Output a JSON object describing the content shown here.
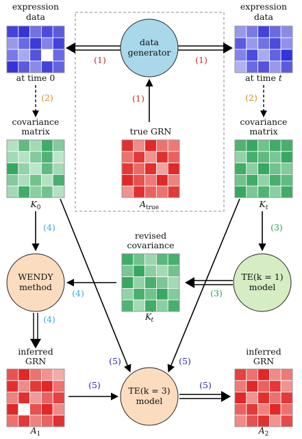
{
  "colors": {
    "blue_dark": "#2c2cd8",
    "blue_light": "#c8c8f5",
    "green_dark": "#2fa45a",
    "green_light": "#d6f0dd",
    "red_dark": "#e0201e",
    "red_light": "#f7c4c2",
    "node_blue": "#a8d8ea",
    "node_orange": "#fbdcbf",
    "node_green": "#d6ecc3",
    "step1": "#c0282d",
    "step2": "#e08a1e",
    "step3": "#2ca05a",
    "step4": "#3aa7d6",
    "step5": "#2a2aa0"
  },
  "labels": {
    "expr_left_title1": "expression",
    "expr_left_title2": "data",
    "expr_left_time": "at time 0",
    "expr_right_title1": "expression",
    "expr_right_title2": "data",
    "expr_right_time_prefix": "at time ",
    "expr_right_time_var": "t",
    "cov_left_title1": "covariance",
    "cov_left_title2": "matrix",
    "cov_left_sym": "K",
    "cov_left_sub": "0",
    "cov_right_title1": "covariance",
    "cov_right_title2": "matrix",
    "cov_right_sym": "K",
    "cov_right_sub": "t",
    "true_grn": "true GRN",
    "a_true_sym": "A",
    "a_true_sub": "true",
    "revised_title1": "revised",
    "revised_title2": "covariance",
    "revised_sym": "K",
    "revised_prime": "′",
    "revised_sub": "t",
    "inferred_left_title1": "inferred",
    "inferred_left_title2": "GRN",
    "a1_sym": "A",
    "a1_sub": "1",
    "inferred_right_title1": "inferred",
    "inferred_right_title2": "GRN",
    "a2_sym": "A",
    "a2_sub": "2"
  },
  "nodes": {
    "data_generator_l1": "data",
    "data_generator_l2": "generator",
    "wendy_l1": "WENDY",
    "wendy_l2": "method",
    "te1_l1": "TE(k = 1)",
    "te1_l2": "model",
    "te3_l1": "TE(k = 3)",
    "te3_l2": "model"
  },
  "steps": {
    "s1_left": "(1)",
    "s1_right": "(1)",
    "s1_up": "(1)",
    "s2_left": "(2)",
    "s2_right": "(2)",
    "s3_right": "(3)",
    "s3_model": "(3)",
    "s4_k0": "(4)",
    "s4_revised": "(4)",
    "s4_down": "(4)",
    "s5_left": "(5)",
    "s5_right": "(5)",
    "s5_a1": "(5)",
    "s5_a2": "(5)"
  },
  "matrices": {
    "expr_left": [
      [
        0.85,
        0.95,
        0.55,
        0.8,
        0.7
      ],
      [
        0.3,
        0.6,
        0.9,
        0.45,
        0.85
      ],
      [
        0.5,
        0.2,
        0.75,
        0.0,
        0.6
      ],
      [
        0.95,
        0.7,
        0.4,
        0.85,
        0.65
      ]
    ],
    "expr_right": [
      [
        0.3,
        0.5,
        0.85,
        0.6,
        0.4
      ],
      [
        0.7,
        0.3,
        0.55,
        0.8,
        0.35
      ],
      [
        0.45,
        0.8,
        0.2,
        0.65,
        0.95
      ],
      [
        0.15,
        0.6,
        0.75,
        0.3,
        0.7
      ]
    ],
    "cov_left": [
      [
        0.2,
        0.7,
        0.3,
        0.9,
        0.5
      ],
      [
        0.3,
        0.2,
        0.5,
        0.8,
        0.15
      ],
      [
        0.95,
        0.4,
        0.15,
        0.7,
        0.3
      ],
      [
        0.5,
        0.25,
        0.6,
        0.2,
        0.85
      ],
      [
        0.3,
        0.9,
        0.45,
        0.6,
        0.2
      ]
    ],
    "cov_right": [
      [
        0.8,
        0.95,
        0.6,
        0.9,
        0.85
      ],
      [
        0.4,
        0.85,
        0.7,
        0.55,
        0.95
      ],
      [
        0.9,
        0.45,
        0.95,
        0.6,
        0.5
      ],
      [
        0.6,
        0.9,
        0.4,
        0.85,
        0.7
      ],
      [
        0.95,
        0.55,
        0.8,
        0.45,
        0.9
      ]
    ],
    "a_true": [
      [
        0.9,
        0.35,
        0.95,
        0.5,
        0.45
      ],
      [
        0.5,
        0.85,
        0.3,
        0.9,
        0.6
      ],
      [
        0.85,
        0.55,
        0.9,
        0.2,
        0.95
      ],
      [
        0.95,
        0.7,
        0.45,
        0.95,
        0.4
      ],
      [
        0.3,
        0.9,
        0.6,
        0.5,
        0.85
      ]
    ],
    "revised": [
      [
        0.9,
        0.6,
        0.35,
        0.75,
        0.85
      ],
      [
        0.55,
        0.95,
        0.45,
        0.3,
        0.6
      ],
      [
        0.95,
        0.4,
        0.85,
        0.55,
        0.3
      ],
      [
        0.4,
        0.85,
        0.6,
        0.95,
        0.5
      ],
      [
        0.8,
        0.3,
        0.9,
        0.45,
        0.85
      ]
    ],
    "a1": [
      [
        0.7,
        0.95,
        0.5,
        0.3,
        0.15
      ],
      [
        0.9,
        0.35,
        0.85,
        0.95,
        0.5
      ],
      [
        0.4,
        0.9,
        0.25,
        0.6,
        0.8
      ],
      [
        0.95,
        0.0,
        0.7,
        0.95,
        0.35
      ],
      [
        0.5,
        0.85,
        0.4,
        0.6,
        0.9
      ]
    ],
    "a2": [
      [
        0.8,
        0.5,
        0.95,
        0.35,
        0.45
      ],
      [
        0.45,
        0.95,
        0.6,
        0.85,
        0.3
      ],
      [
        0.95,
        0.3,
        0.9,
        0.5,
        0.85
      ],
      [
        0.6,
        0.85,
        0.4,
        0.95,
        0.5
      ],
      [
        0.35,
        0.7,
        0.9,
        0.3,
        0.75
      ]
    ]
  }
}
